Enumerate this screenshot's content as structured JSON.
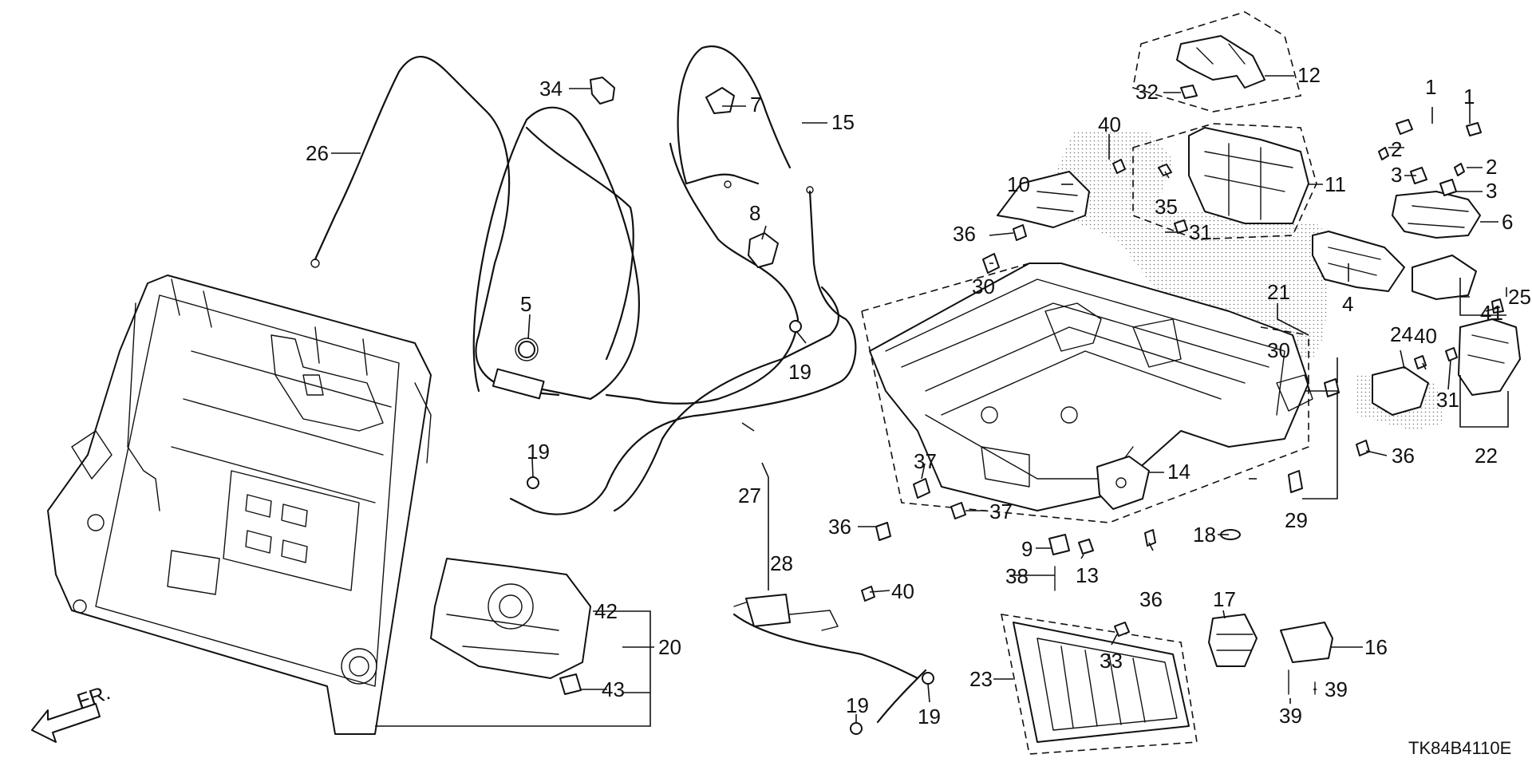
{
  "diagram_code": "TK84B4110E",
  "front_marker": "FR.",
  "labels": {
    "l1a": "1",
    "l1b": "1",
    "l2a": "2",
    "l2b": "2",
    "l3a": "3",
    "l3b": "3",
    "l4": "4",
    "l5": "5",
    "l6": "6",
    "l7": "7",
    "l8": "8",
    "l9": "9",
    "l10": "10",
    "l11": "11",
    "l12": "12",
    "l13": "13",
    "l14": "14",
    "l15": "15",
    "l16": "16",
    "l17": "17",
    "l18": "18",
    "l19a": "19",
    "l19b": "19",
    "l19c": "19",
    "l19d": "19",
    "l20": "20",
    "l21": "21",
    "l22": "22",
    "l23": "23",
    "l24": "24",
    "l25": "25",
    "l26": "26",
    "l27": "27",
    "l28": "28",
    "l29": "29",
    "l30a": "30",
    "l30b": "30",
    "l31a": "31",
    "l31b": "31",
    "l32": "32",
    "l33": "33",
    "l34": "34",
    "l35": "35",
    "l36a": "36",
    "l36b": "36",
    "l36c": "36",
    "l36d": "36",
    "l37a": "37",
    "l37b": "37",
    "l38": "38",
    "l39a": "39",
    "l39b": "39",
    "l40a": "40",
    "l40b": "40",
    "l40c": "40",
    "l41": "41",
    "l42": "42",
    "l43": "43"
  }
}
